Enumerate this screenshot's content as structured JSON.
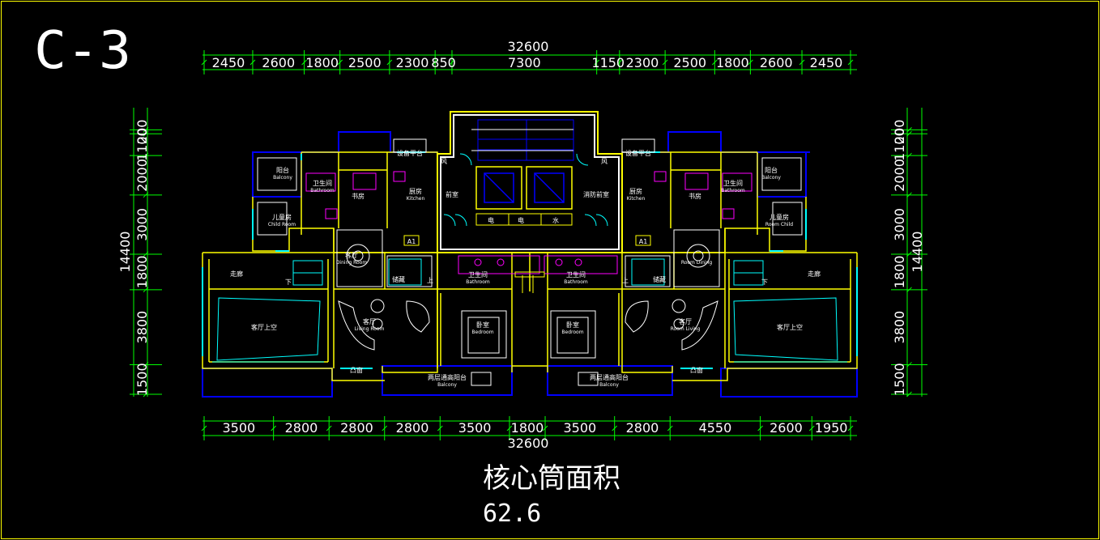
{
  "sheet": {
    "title": "C-3",
    "caption": "核心筒面积",
    "area_value": "62.6"
  },
  "dimensions": {
    "top_total": "32600",
    "top_segments": [
      "2450",
      "2600",
      "1800",
      "2500",
      "2300",
      "850",
      "7300",
      "1150",
      "2300",
      "2500",
      "1800",
      "2600",
      "2450"
    ],
    "bottom_total": "32600",
    "bottom_segments": [
      "3500",
      "2800",
      "2800",
      "2800",
      "3500",
      "1800",
      "3500",
      "2800",
      "4550",
      "2600",
      "1950"
    ],
    "left_total": "14400",
    "left_segments": [
      "1500",
      "3800",
      "1800",
      "3000",
      "2000",
      "1100",
      "200"
    ],
    "right_total": "14400",
    "right_segments": [
      "1500",
      "3800",
      "1800",
      "3000",
      "2000",
      "1100",
      "200"
    ]
  },
  "rooms": {
    "stair_hall": "前室",
    "fire_hall": "消防前室",
    "wind1": "风",
    "wind2": "风",
    "elec1": "电",
    "elec2": "电",
    "water": "水",
    "equip_l": "设备平台",
    "equip_r": "设备平台",
    "balcony_l": "阳台",
    "balcony_l_en": "Balcony",
    "balcony_r": "阳台",
    "balcony_r_en": "Balcony",
    "bath_l": "卫生间",
    "bath_l_en": "Bathroom",
    "bath_r": "卫生间",
    "bath_r_en": "Bathroom",
    "study_l": "书房",
    "study_r": "书房",
    "kitchen_l": "厨房",
    "kitchen_l_en": "Kitchen",
    "kitchen_r": "厨房",
    "kitchen_r_en": "Kitchen",
    "child_l": "儿童房",
    "child_l_en": "Child Room",
    "child_r": "儿童房",
    "child_r_en": "Room Child",
    "a1_l": "A1",
    "a1_r": "A1",
    "dining_l": "客厅",
    "dining_l_en": "Dining Room",
    "dining_r_en": "Room Dining",
    "corridor_l": "走廊",
    "corridor_r": "走廊",
    "down_l": "下",
    "down_r": "下",
    "storage_l": "储藏",
    "storage_r": "储藏",
    "up_l": "上",
    "up_r": "上",
    "bath2_l": "卫生间",
    "bath2_l_en": "Bathroom",
    "bath2_r": "卫生间",
    "bath2_r_en": "Bathroom",
    "void_l": "客厅上空",
    "void_r": "客厅上空",
    "living_l": "客厅",
    "living_l_en": "Living Room",
    "living_r": "客厅",
    "living_r_en": "Room Living",
    "bed_l": "卧室",
    "bed_l_en": "Bedroom",
    "bed_r": "卧室",
    "bed_r_en": "Bedroom",
    "bay_l": "凸窗",
    "bay_r": "凸窗",
    "dbal_l": "两层通高阳台",
    "dbal_l_en": "Balcony",
    "dbal_r": "两层通高阳台",
    "dbal_r_en": "Balcony"
  },
  "colors": {
    "background": "#000000",
    "dimension": "#00ff00",
    "wall": "#ffff00",
    "window": "#00ffff",
    "outline": "#0000ff",
    "furniture": "#ff00ff",
    "text": "#ffffff"
  }
}
